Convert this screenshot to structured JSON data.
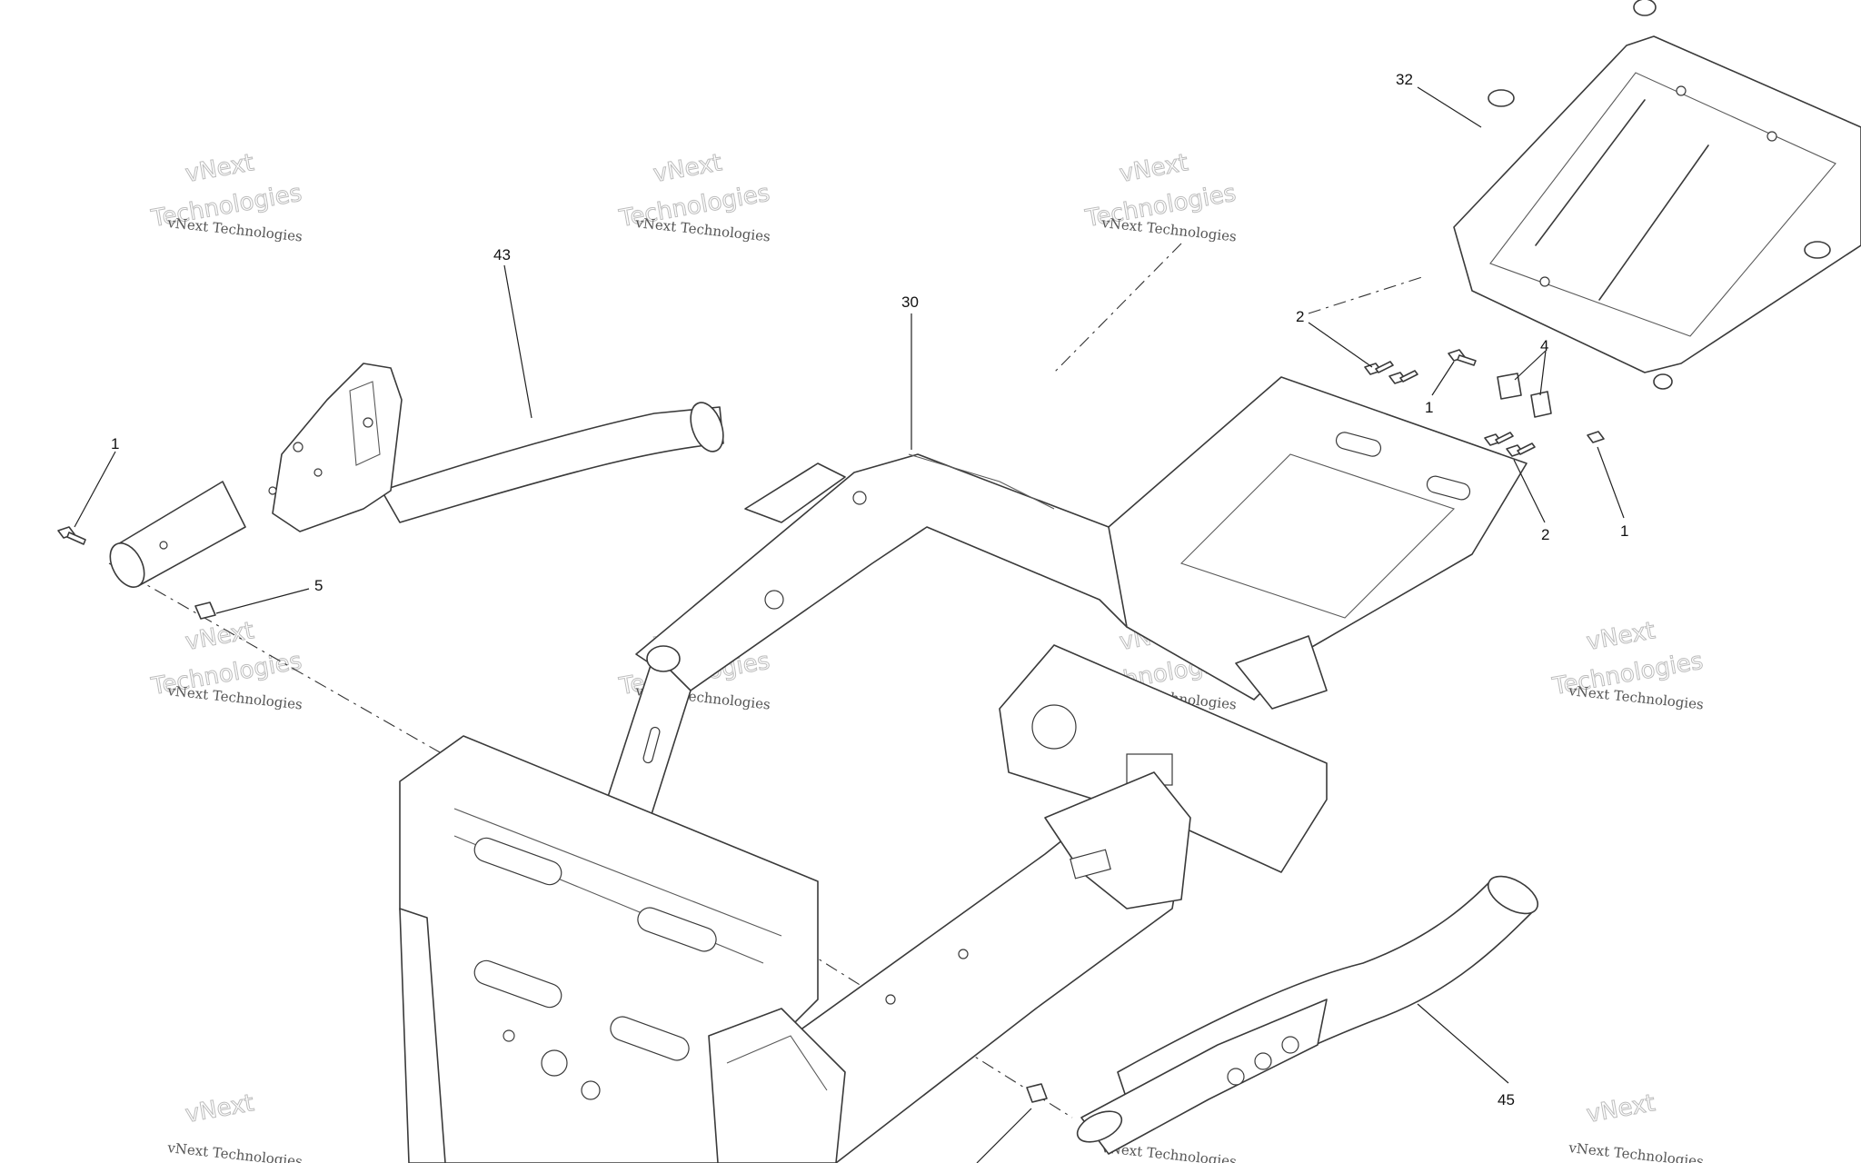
{
  "watermark": {
    "line1": "vNext",
    "line2": "vNext Technologies",
    "line3": "Technologies"
  },
  "callouts": {
    "c43": "43",
    "c30": "30",
    "c32": "32",
    "c45": "45",
    "c1_left": "1",
    "c5_left": "5",
    "c2_upper": "2",
    "c1_upper": "1",
    "c4": "4",
    "c2_lower": "2",
    "c1_right": "1"
  }
}
